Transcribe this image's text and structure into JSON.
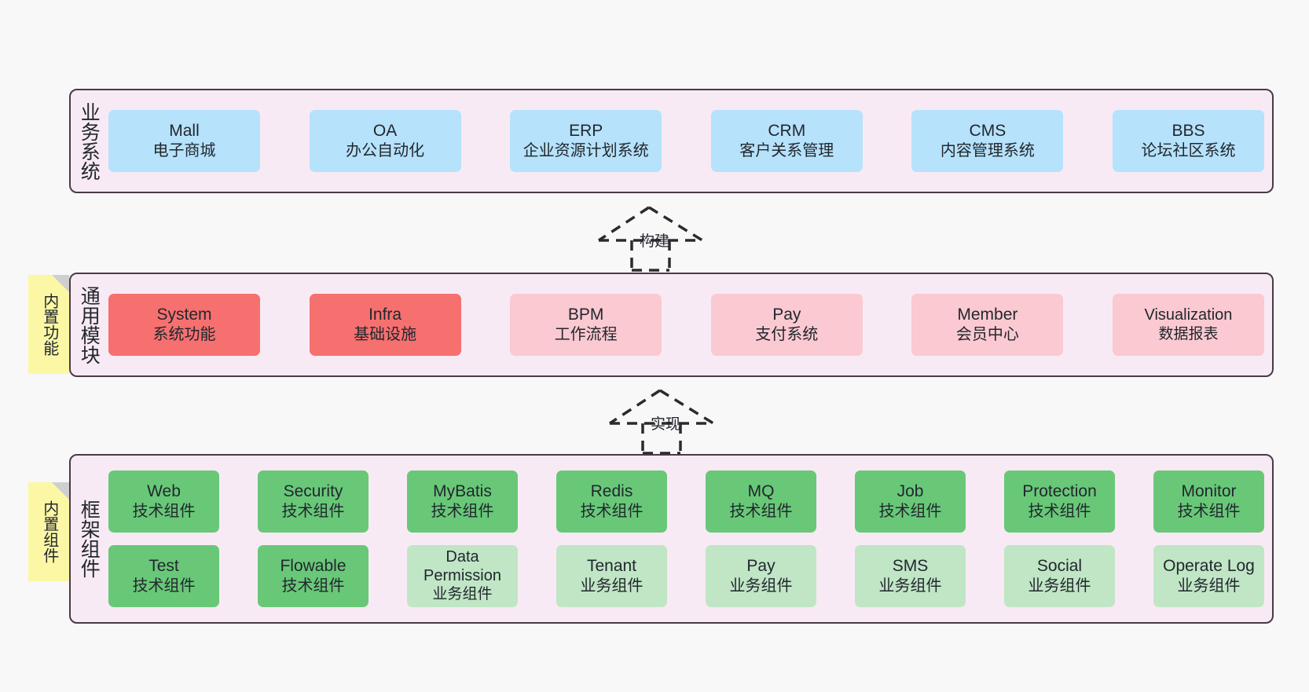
{
  "diagram": {
    "title": "业务系统 / 通用模块 / 框架组件 架构图",
    "background_color": "#f8f8f8",
    "container_fill": "#f8eaf4",
    "container_stroke": "#4a3a46",
    "colors": {
      "blue": "#b6e2fb",
      "red": "#f5706f",
      "pink": "#fbc9d1",
      "green": "#68c878",
      "light_green": "#c0e6c5",
      "note_yellow": "#fbf7a5",
      "note_fold": "#cfcfcf"
    }
  },
  "layers": {
    "business": {
      "title": "业务系统",
      "cards": [
        {
          "en": "Mall",
          "cn": "电子商城",
          "color": "blue"
        },
        {
          "en": "OA",
          "cn": "办公自动化",
          "color": "blue"
        },
        {
          "en": "ERP",
          "cn": "企业资源计划系统",
          "color": "blue"
        },
        {
          "en": "CRM",
          "cn": "客户关系管理",
          "color": "blue"
        },
        {
          "en": "CMS",
          "cn": "内容管理系统",
          "color": "blue"
        },
        {
          "en": "BBS",
          "cn": "论坛社区系统",
          "color": "blue"
        }
      ]
    },
    "common": {
      "title": "通用模块",
      "note": "内置功能",
      "cards": [
        {
          "en": "System",
          "cn": "系统功能",
          "color": "red"
        },
        {
          "en": "Infra",
          "cn": "基础设施",
          "color": "red"
        },
        {
          "en": "BPM",
          "cn": "工作流程",
          "color": "pink"
        },
        {
          "en": "Pay",
          "cn": "支付系统",
          "color": "pink"
        },
        {
          "en": "Member",
          "cn": "会员中心",
          "color": "pink"
        },
        {
          "en": "Visualization",
          "cn": "数据报表",
          "color": "pink"
        }
      ]
    },
    "framework": {
      "title": "框架组件",
      "note": "内置组件",
      "row1": [
        {
          "en": "Web",
          "cn": "技术组件",
          "color": "green"
        },
        {
          "en": "Security",
          "cn": "技术组件",
          "color": "green"
        },
        {
          "en": "MyBatis",
          "cn": "技术组件",
          "color": "green"
        },
        {
          "en": "Redis",
          "cn": "技术组件",
          "color": "green"
        },
        {
          "en": "MQ",
          "cn": "技术组件",
          "color": "green"
        },
        {
          "en": "Job",
          "cn": "技术组件",
          "color": "green"
        },
        {
          "en": "Protection",
          "cn": "技术组件",
          "color": "green"
        },
        {
          "en": "Monitor",
          "cn": "技术组件",
          "color": "green"
        }
      ],
      "row2": [
        {
          "en": "Test",
          "cn": "技术组件",
          "color": "green"
        },
        {
          "en": "Flowable",
          "cn": "技术组件",
          "color": "green"
        },
        {
          "en": "Data Permission",
          "cn": "业务组件",
          "color": "light_green"
        },
        {
          "en": "Tenant",
          "cn": "业务组件",
          "color": "light_green"
        },
        {
          "en": "Pay",
          "cn": "业务组件",
          "color": "light_green"
        },
        {
          "en": "SMS",
          "cn": "业务组件",
          "color": "light_green"
        },
        {
          "en": "Social",
          "cn": "业务组件",
          "color": "light_green"
        },
        {
          "en": "Operate Log",
          "cn": "业务组件",
          "color": "light_green"
        }
      ]
    }
  },
  "connectors": [
    {
      "label": "构建",
      "from": "通用模块",
      "to": "业务系统",
      "style": "dashed-hollow-arrow-up"
    },
    {
      "label": "实现",
      "from": "框架组件",
      "to": "通用模块",
      "style": "dashed-hollow-arrow-up"
    }
  ]
}
